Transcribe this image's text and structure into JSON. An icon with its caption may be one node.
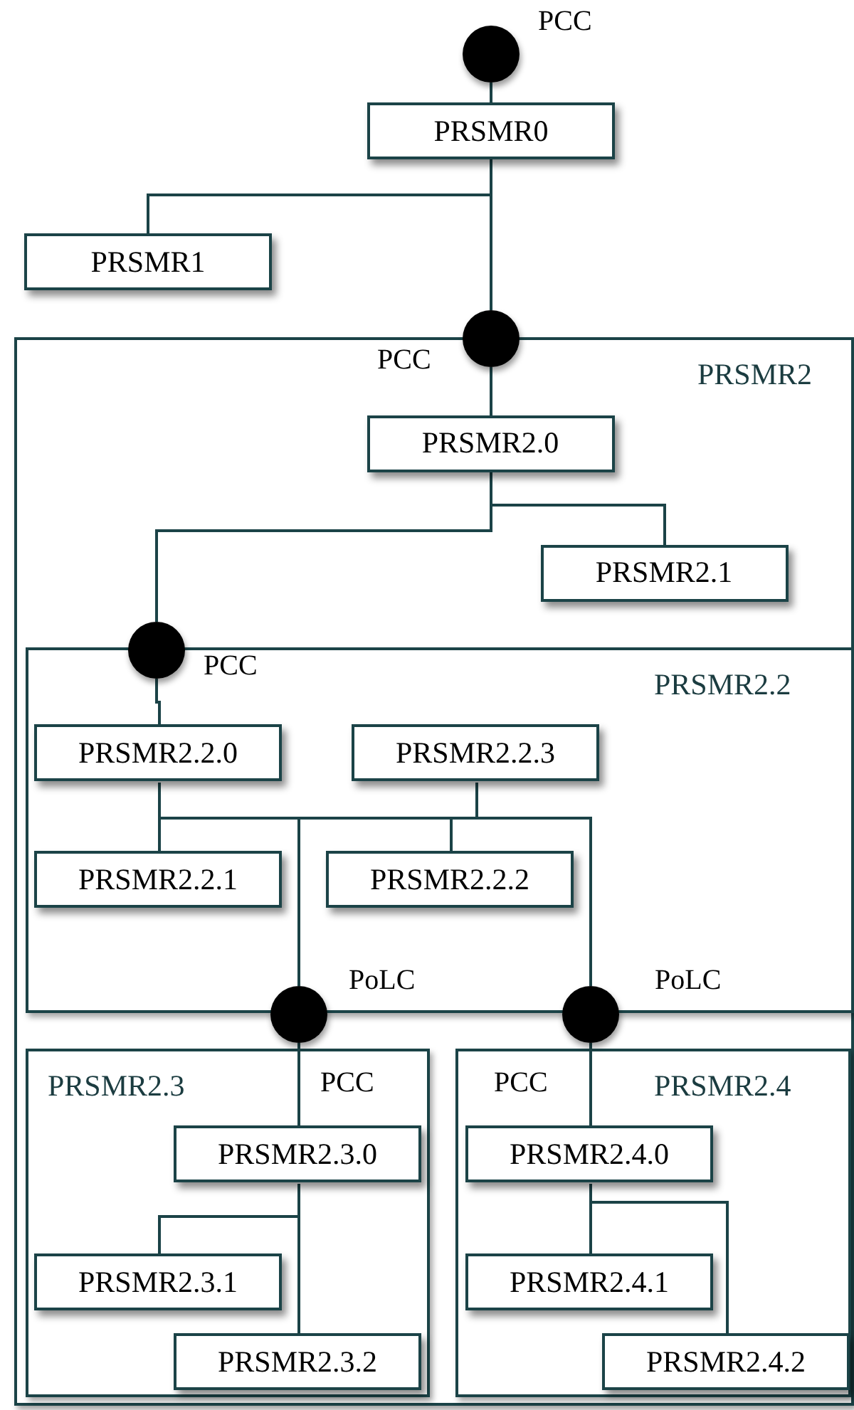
{
  "diagram": {
    "nodes": [
      {
        "text": [],
        "shape": "circle",
        "beside": [
          "PCC"
        ]
      },
      {
        "text": [
          "PRSMR0"
        ]
      },
      {
        "text": [
          "PRSMR1"
        ]
      },
      {
        "text": [
          "PRSMR2"
        ]
      },
      {
        "text": [],
        "shape": "circle",
        "beside": [
          "PCC"
        ]
      },
      {
        "text": [
          "PRSMR2.0"
        ],
        "in": 3
      },
      {
        "text": [
          "PRSMR2.1"
        ],
        "in": 3
      },
      {
        "text": [
          "PRSMR2.2"
        ],
        "in": 3
      },
      {
        "text": [],
        "shape": "circle",
        "beside": [
          "PCC"
        ],
        "in": 3
      },
      {
        "text": [
          "PRSMR2.2.0"
        ],
        "in": 7
      },
      {
        "text": [
          "PRSMR2.2.3"
        ],
        "in": 7
      },
      {
        "text": [
          "PRSMR2.2.1"
        ],
        "in": 7
      },
      {
        "text": [
          "PRSMR2.2.2"
        ],
        "in": 7
      },
      {
        "text": [],
        "shape": "circle",
        "beside": [
          "PoLC",
          "PCC"
        ],
        "in": 3
      },
      {
        "text": [],
        "shape": "circle",
        "beside": [
          "PoLC",
          "PCC"
        ],
        "in": 3
      },
      {
        "text": [
          "PRSMR2.3"
        ],
        "in": 3
      },
      {
        "text": [
          "PRSMR2.3.0"
        ],
        "in": 15
      },
      {
        "text": [
          "PRSMR2.3.1"
        ],
        "in": 15
      },
      {
        "text": [
          "PRSMR2.3.2"
        ],
        "in": 15
      },
      {
        "text": [
          "PRSMR2.4"
        ],
        "in": 3
      },
      {
        "text": [
          "PRSMR2.4.0"
        ],
        "in": 19
      },
      {
        "text": [
          "PRSMR2.4.1"
        ],
        "in": 19
      },
      {
        "text": [
          "PRSMR2.4.2"
        ],
        "in": 19
      }
    ],
    "edges": [
      {
        "from": 0,
        "to": 1,
        "arrow": "none"
      },
      {
        "from": 1,
        "to": 2,
        "arrow": "none"
      },
      {
        "from": 1,
        "to": 4,
        "arrow": "none"
      },
      {
        "from": 4,
        "to": 5,
        "arrow": "none"
      },
      {
        "from": 5,
        "to": 6,
        "arrow": "none"
      },
      {
        "from": 5,
        "to": 8,
        "arrow": "none"
      },
      {
        "from": 8,
        "to": 9,
        "arrow": "none"
      },
      {
        "from": 9,
        "to": 11,
        "arrow": "none"
      },
      {
        "from": 9,
        "to": 12,
        "arrow": "none"
      },
      {
        "from": 9,
        "to": 13,
        "arrow": "none"
      },
      {
        "from": 9,
        "to": 14,
        "arrow": "none"
      },
      {
        "from": 10,
        "to": 11,
        "arrow": "none"
      },
      {
        "from": 10,
        "to": 12,
        "arrow": "none"
      },
      {
        "from": 10,
        "to": 13,
        "arrow": "none"
      },
      {
        "from": 10,
        "to": 14,
        "arrow": "none"
      },
      {
        "from": 13,
        "to": 16,
        "arrow": "none"
      },
      {
        "from": 16,
        "to": 17,
        "arrow": "none"
      },
      {
        "from": 16,
        "to": 18,
        "arrow": "none"
      },
      {
        "from": 14,
        "to": 20,
        "arrow": "none"
      },
      {
        "from": 20,
        "to": 21,
        "arrow": "none"
      },
      {
        "from": 20,
        "to": 22,
        "arrow": "none"
      }
    ]
  }
}
